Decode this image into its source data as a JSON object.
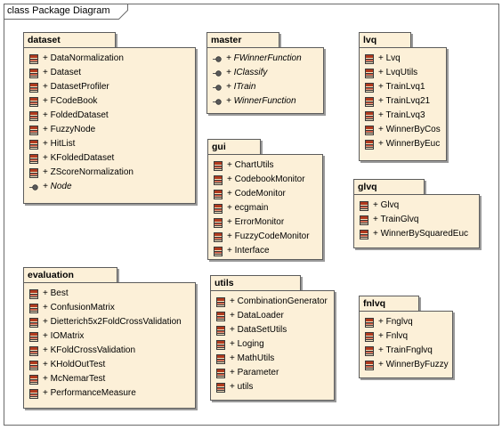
{
  "diagram": {
    "title": "class Package Diagram"
  },
  "packages": {
    "dataset": {
      "name": "dataset",
      "items": [
        {
          "label": "+ DataNormalization",
          "kind": "class"
        },
        {
          "label": "+ Dataset",
          "kind": "class"
        },
        {
          "label": "+ DatasetProfiler",
          "kind": "class"
        },
        {
          "label": "+ FCodeBook",
          "kind": "class"
        },
        {
          "label": "+ FoldedDataset",
          "kind": "class"
        },
        {
          "label": "+ FuzzyNode",
          "kind": "class"
        },
        {
          "label": "+ HitList",
          "kind": "class"
        },
        {
          "label": "+ KFoldedDataset",
          "kind": "class"
        },
        {
          "label": "+ ZScoreNormalization",
          "kind": "class"
        },
        {
          "label": "+ Node",
          "kind": "interface"
        }
      ]
    },
    "master": {
      "name": "master",
      "items": [
        {
          "label": "+ FWinnerFunction",
          "kind": "interface"
        },
        {
          "label": "+ IClassify",
          "kind": "interface"
        },
        {
          "label": "+ ITrain",
          "kind": "interface"
        },
        {
          "label": "+ WinnerFunction",
          "kind": "interface"
        }
      ]
    },
    "lvq": {
      "name": "lvq",
      "items": [
        {
          "label": "+ Lvq",
          "kind": "class"
        },
        {
          "label": "+ LvqUtils",
          "kind": "class"
        },
        {
          "label": "+ TrainLvq1",
          "kind": "class"
        },
        {
          "label": "+ TrainLvq21",
          "kind": "class"
        },
        {
          "label": "+ TrainLvq3",
          "kind": "class"
        },
        {
          "label": "+ WinnerByCos",
          "kind": "class"
        },
        {
          "label": "+ WinnerByEuc",
          "kind": "class"
        }
      ]
    },
    "gui": {
      "name": "gui",
      "items": [
        {
          "label": "+ ChartUtils",
          "kind": "class"
        },
        {
          "label": "+ CodebookMonitor",
          "kind": "class"
        },
        {
          "label": "+ CodeMonitor",
          "kind": "class"
        },
        {
          "label": "+ ecgmain",
          "kind": "class"
        },
        {
          "label": "+ ErrorMonitor",
          "kind": "class"
        },
        {
          "label": "+ FuzzyCodeMonitor",
          "kind": "class"
        },
        {
          "label": "+ Interface",
          "kind": "class"
        }
      ]
    },
    "glvq": {
      "name": "glvq",
      "items": [
        {
          "label": "+ Glvq",
          "kind": "class"
        },
        {
          "label": "+ TrainGlvq",
          "kind": "class"
        },
        {
          "label": "+ WinnerBySquaredEuc",
          "kind": "class"
        }
      ]
    },
    "evaluation": {
      "name": "evaluation",
      "items": [
        {
          "label": "+ Best",
          "kind": "class"
        },
        {
          "label": "+ ConfusionMatrix",
          "kind": "class"
        },
        {
          "label": "+ Dietterich5x2FoldCrossValidation",
          "kind": "class"
        },
        {
          "label": "+ IOMatrix",
          "kind": "class"
        },
        {
          "label": "+ KFoldCrossValidation",
          "kind": "class"
        },
        {
          "label": "+ KHoldOutTest",
          "kind": "class"
        },
        {
          "label": "+ McNemarTest",
          "kind": "class"
        },
        {
          "label": "+ PerformanceMeasure",
          "kind": "class"
        }
      ]
    },
    "utils": {
      "name": "utils",
      "items": [
        {
          "label": "+ CombinationGenerator",
          "kind": "class"
        },
        {
          "label": "+ DataLoader",
          "kind": "class"
        },
        {
          "label": "+ DataSetUtils",
          "kind": "class"
        },
        {
          "label": "+ Loging",
          "kind": "class"
        },
        {
          "label": "+ MathUtils",
          "kind": "class"
        },
        {
          "label": "+ Parameter",
          "kind": "class"
        },
        {
          "label": "+ utils",
          "kind": "class"
        }
      ]
    },
    "fnlvq": {
      "name": "fnlvq",
      "items": [
        {
          "label": "+ Fnglvq",
          "kind": "class"
        },
        {
          "label": "+ Fnlvq",
          "kind": "class"
        },
        {
          "label": "+ TrainFnglvq",
          "kind": "class"
        },
        {
          "label": "+ WinnerByFuzzy",
          "kind": "class"
        }
      ]
    }
  },
  "icons": {
    "class": "class-icon",
    "interface": "interface-icon"
  },
  "colors": {
    "package_fill": "#fcf0d8",
    "class_icon_red": "#b03a1e",
    "class_icon_dark": "#3a3a3a"
  }
}
